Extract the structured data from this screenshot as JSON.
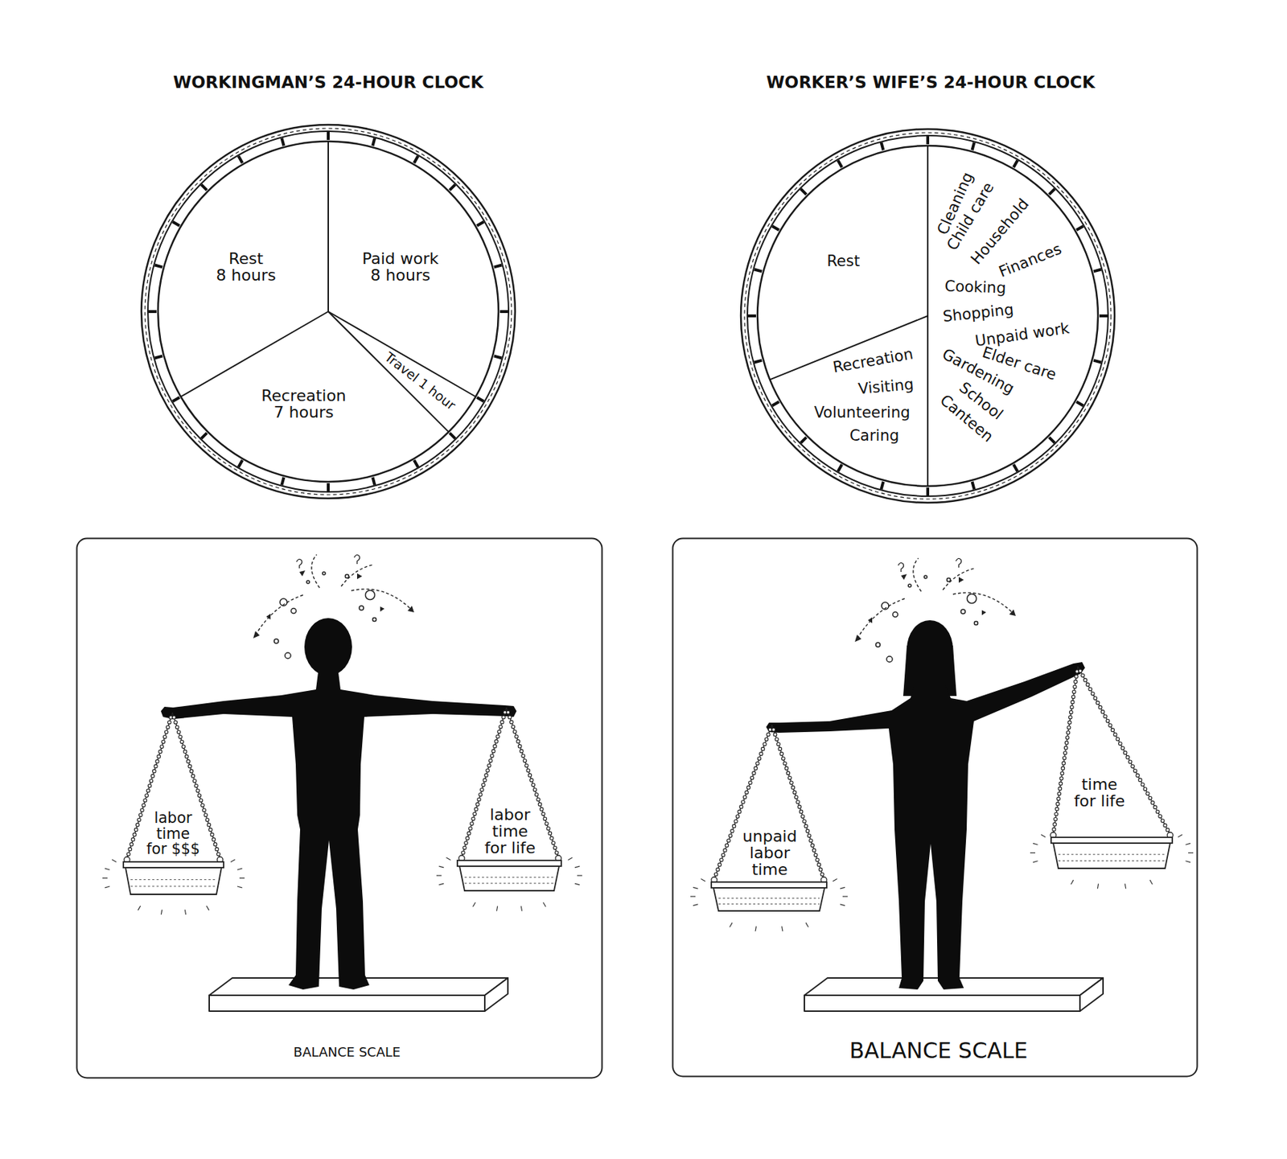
{
  "diagram": {
    "nodes": [
      {
        "text": [
          "WORKINGMAN’S 24-HOUR CLOCK"
        ]
      },
      {
        "text": [
          "Rest 8 hours"
        ],
        "in": 0
      },
      {
        "text": [
          "Paid work 8 hours"
        ],
        "in": 0
      },
      {
        "text": [
          "Travel 1 hour"
        ],
        "in": 0
      },
      {
        "text": [
          "Recreation 7 hours"
        ],
        "in": 0
      },
      {
        "text": [
          "WORKER’S WIFE’S 24-HOUR CLOCK"
        ]
      },
      {
        "text": [
          "Rest"
        ],
        "in": 5
      },
      {
        "text": [
          "Cleaning",
          "Child care",
          "Household",
          "Finances",
          "Cooking",
          "Shopping",
          "Unpaid work",
          "Elder care",
          "Gardening",
          "School",
          "Canteen"
        ],
        "in": 5
      },
      {
        "text": [
          "Recreation",
          "Visiting",
          "Volunteering",
          "Caring"
        ],
        "in": 5
      },
      {
        "text": [
          "BALANCE SCALE"
        ]
      },
      {
        "text": [
          "labor time for $$$"
        ],
        "in": 9
      },
      {
        "text": [
          "labor time for life"
        ],
        "in": 9
      },
      {
        "text": [
          "BALANCE SCALE"
        ]
      },
      {
        "text": [
          "unpaid labor time"
        ],
        "in": 12
      },
      {
        "text": [
          "time for life"
        ],
        "in": 12
      }
    ]
  }
}
